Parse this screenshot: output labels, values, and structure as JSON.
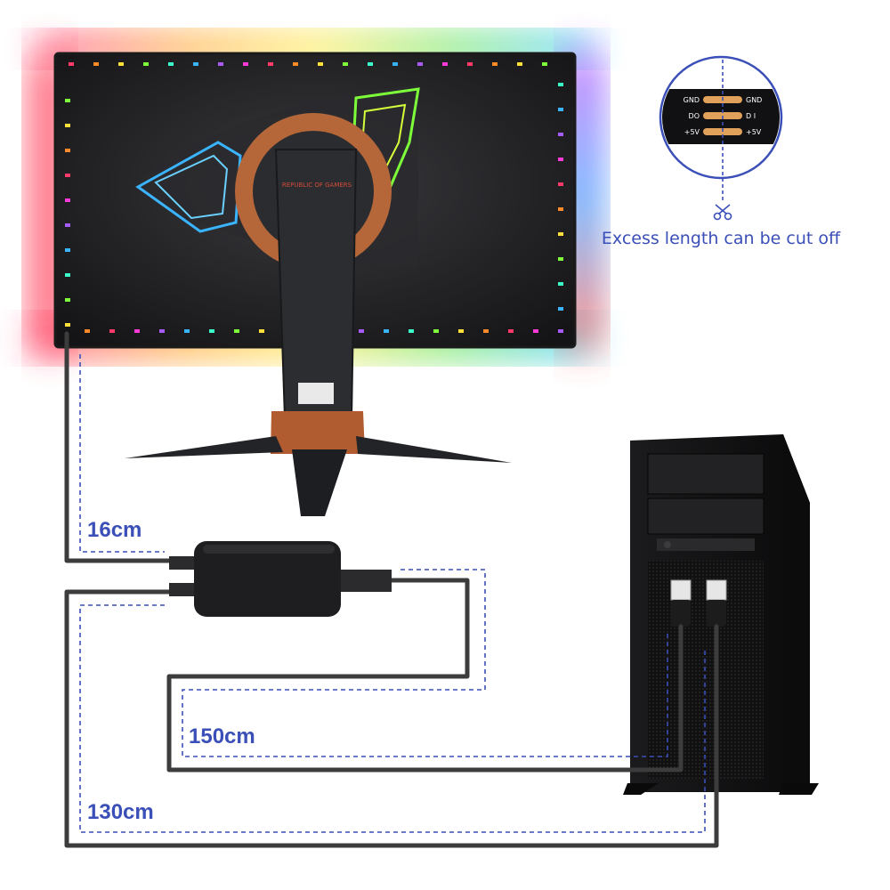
{
  "colors": {
    "accent_blue": "#3b4fb8",
    "cable": "#3c3c3c",
    "pad_copper": "#e0a15a"
  },
  "monitor": {
    "brand_logo": "REPUBLIC OF GAMERS"
  },
  "connector_detail": {
    "pins_left": [
      "GND",
      "DO",
      "+5V"
    ],
    "pins_right": [
      "GND",
      "D I",
      "+5V"
    ],
    "icon": "scissors-icon",
    "caption": "Excess length can be cut off"
  },
  "cables": {
    "strip_lead": "16cm",
    "power_lead": "150cm",
    "data_lead": "130cm"
  }
}
